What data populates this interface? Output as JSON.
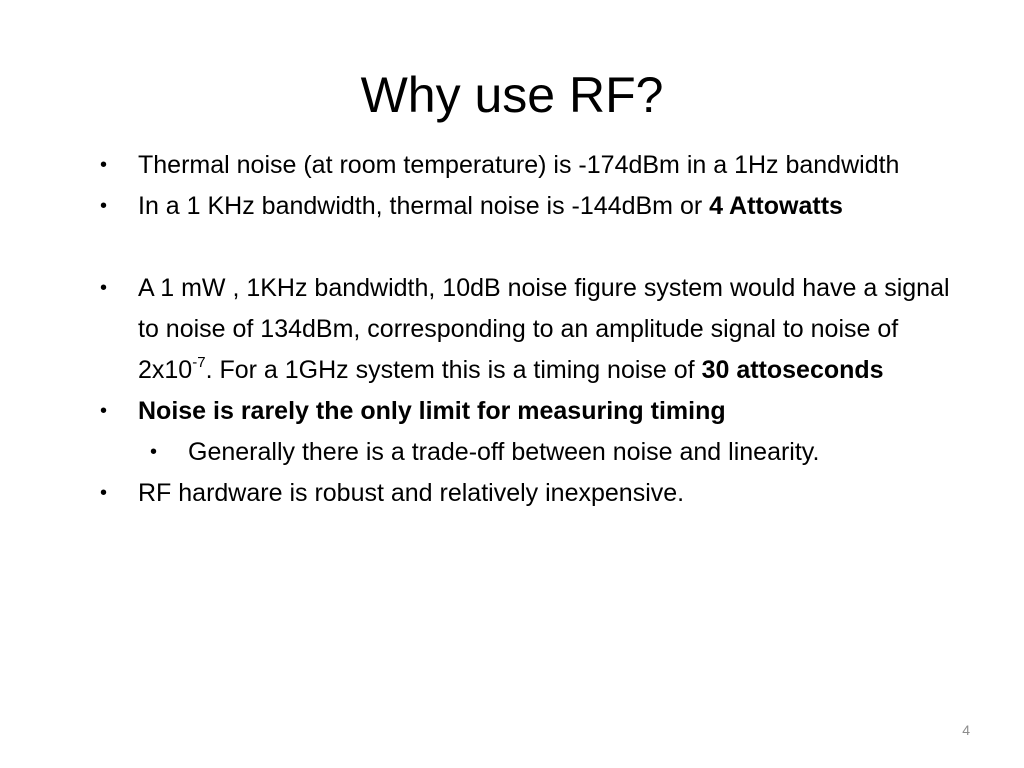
{
  "slide": {
    "title": "Why use RF?",
    "bullets": {
      "b1": {
        "text": "Thermal noise (at room temperature) is -174dBm in a 1Hz bandwidth"
      },
      "b2": {
        "text": "In a  1 KHz bandwidth, thermal noise is -144dBm or ",
        "bold": "4 Attowatts"
      },
      "b3": {
        "text_a": "A 1 mW , 1KHz bandwidth, 10dB noise figure system would have a signal to noise of 134dBm, corresponding to an amplitude signal to noise of 2x10",
        "sup": "-7",
        "text_b": ".  For a 1GHz system this is a timing noise of ",
        "bold": "30 attoseconds"
      },
      "b4": {
        "bold": "Noise is rarely the only limit for measuring timing"
      },
      "b4_sub": {
        "text": "Generally there is a trade-off between noise and linearity."
      },
      "b5": {
        "text": "RF hardware is robust  and relatively inexpensive."
      }
    },
    "bullet_symbol": "•",
    "page_number": "4"
  }
}
